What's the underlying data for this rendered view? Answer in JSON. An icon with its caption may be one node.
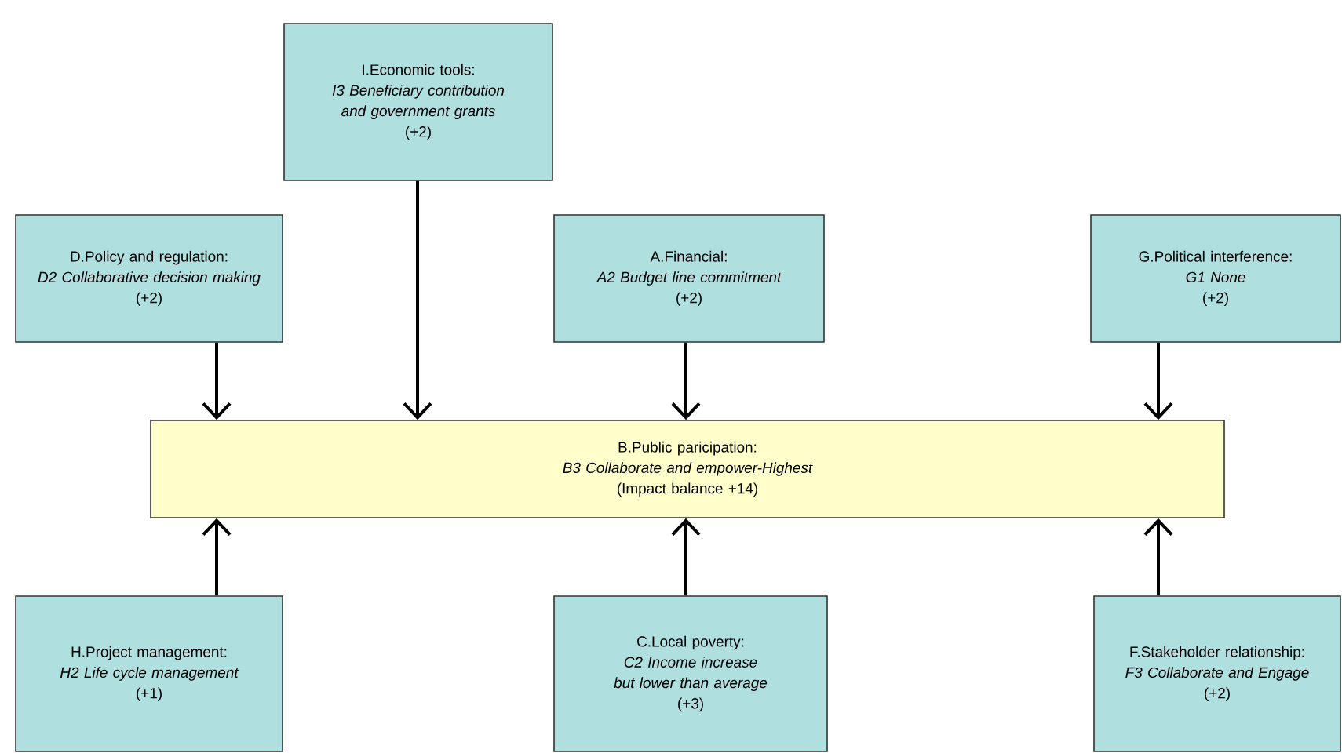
{
  "diagram": {
    "nodes": [
      {
        "text": [
          "I.Economic tools:",
          "I3 Beneficiary contribution and government grants",
          "(+2)"
        ]
      },
      {
        "text": [
          "D.Policy and regulation:",
          "D2 Collaborative decision making",
          "(+2)"
        ]
      },
      {
        "text": [
          "A.Financial:",
          "A2 Budget line commitment",
          "(+2)"
        ]
      },
      {
        "text": [
          "G.Political interference:",
          "G1 None",
          "(+2)"
        ]
      },
      {
        "text": [
          "B.Public paricipation:",
          "B3 Collaborate and empower-Highest",
          "(Impact balance +14)"
        ]
      },
      {
        "text": [
          "H.Project management:",
          "H2 Life cycle management",
          "(+1)"
        ]
      },
      {
        "text": [
          "C.Local poverty:",
          "C2 Income increase but lower than average",
          "(+3)"
        ]
      },
      {
        "text": [
          "F.Stakeholder relationship:",
          "F3 Collaborate and Engage",
          "(+2)"
        ]
      }
    ],
    "edges": [
      {
        "from": 1,
        "to": 4,
        "arrow": "to"
      },
      {
        "from": 0,
        "to": 4,
        "arrow": "to"
      },
      {
        "from": 2,
        "to": 4,
        "arrow": "to"
      },
      {
        "from": 3,
        "to": 4,
        "arrow": "to"
      },
      {
        "from": 5,
        "to": 4,
        "arrow": "to"
      },
      {
        "from": 6,
        "to": 4,
        "arrow": "to"
      },
      {
        "from": 7,
        "to": 4,
        "arrow": "to"
      }
    ]
  }
}
